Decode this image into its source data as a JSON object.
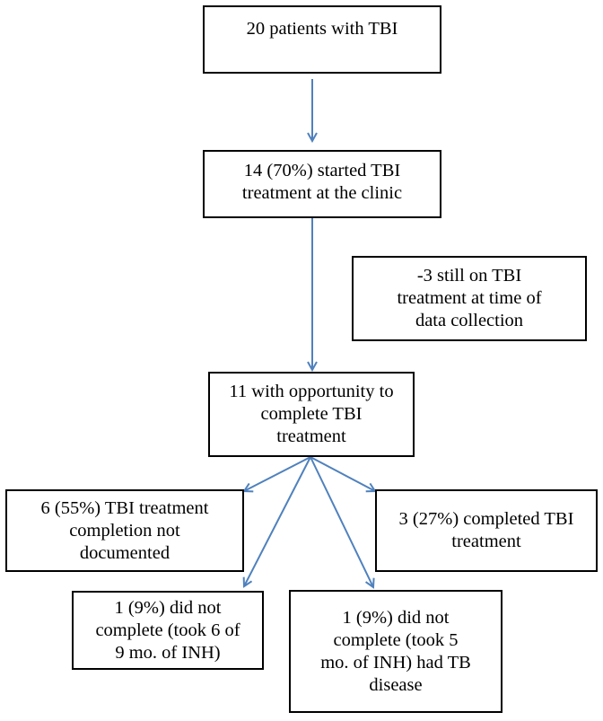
{
  "boxes": {
    "patients": "20 patients with TBI",
    "started": "14 (70%) started TBI\ntreatment at the clinic",
    "still_on": "-3 still on TBI\ntreatment at time of\ndata collection",
    "opportunity": "11 with opportunity to\ncomplete TBI\ntreatment",
    "not_documented": "6 (55%) TBI treatment\ncompletion not\ndocumented",
    "completed": "3 (27%) completed TBI\ntreatment",
    "did_not_complete_inh6": "1 (9%) did not\ncomplete (took 6 of\n9 mo. of INH)",
    "did_not_complete_tb": "1 (9%) did not\ncomplete (took 5\nmo. of INH) had TB\ndisease"
  },
  "colors": {
    "arrow": "#4f81bd",
    "border": "#000000"
  }
}
